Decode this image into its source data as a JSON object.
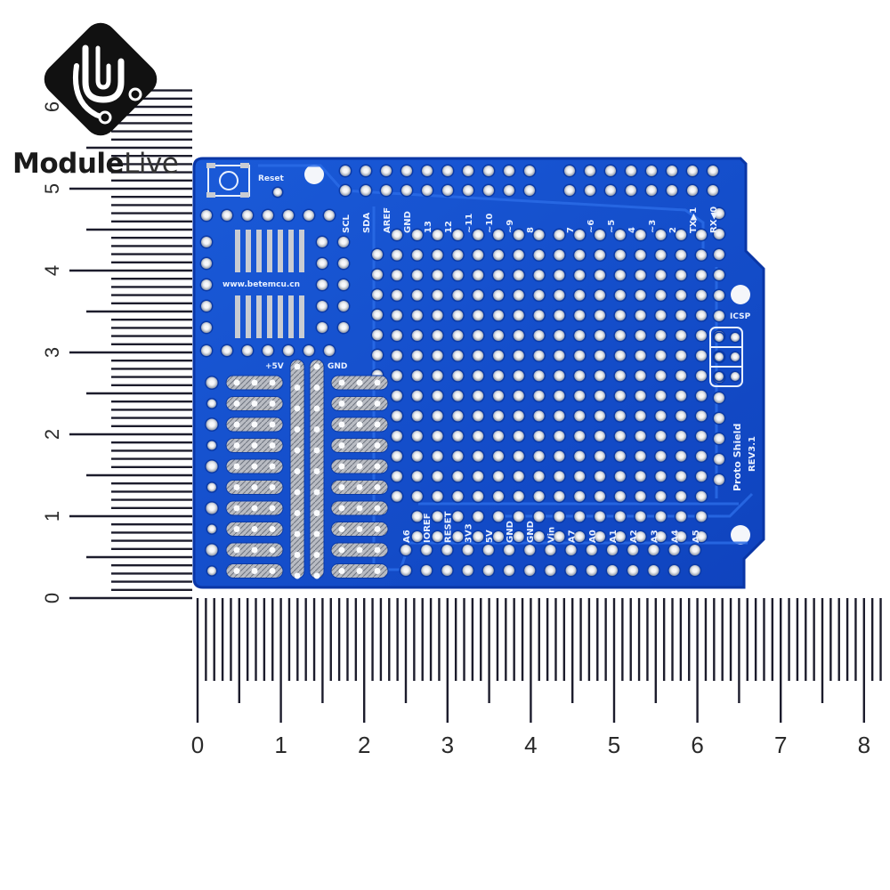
{
  "logo": {
    "brand_dark": "Module",
    "brand_light": "Live",
    "icon": "circuit-u-logo-icon"
  },
  "colors": {
    "board_blue": "#1149c9",
    "board_edge": "#0a36a6",
    "silkscreen": "#e8f0ff",
    "pad_silver": "#c9ccd2",
    "ruler_ink": "#1c1c2c"
  },
  "rulers": {
    "vertical_labels": [
      "0",
      "1",
      "2",
      "3",
      "4",
      "5",
      "6"
    ],
    "horizontal_labels": [
      "0",
      "1",
      "2",
      "3",
      "4",
      "5",
      "6",
      "7",
      "8"
    ],
    "unit": "cm"
  },
  "board": {
    "name": "Proto Shield",
    "revision": "REV3.1",
    "url": "www.betemcu.cn",
    "reset_label": "Reset",
    "icsp_label": "ICSP",
    "power_rail_labels": [
      "+5V",
      "GND"
    ],
    "top_header_left": [
      "SCL",
      "SDA",
      "AREF",
      "GND",
      "13",
      "12",
      "~11",
      "~10",
      "~9",
      "8"
    ],
    "top_header_right": [
      "7",
      "~6",
      "~5",
      "4",
      "~3",
      "2",
      "TX▶1",
      "RX◀0"
    ],
    "bottom_header": [
      "A6",
      "IOREF",
      "RESET",
      "3V3",
      "5V",
      "GND",
      "GND",
      "Vin",
      "A7",
      "A0",
      "A1",
      "A2",
      "A3",
      "A4",
      "A5"
    ]
  }
}
